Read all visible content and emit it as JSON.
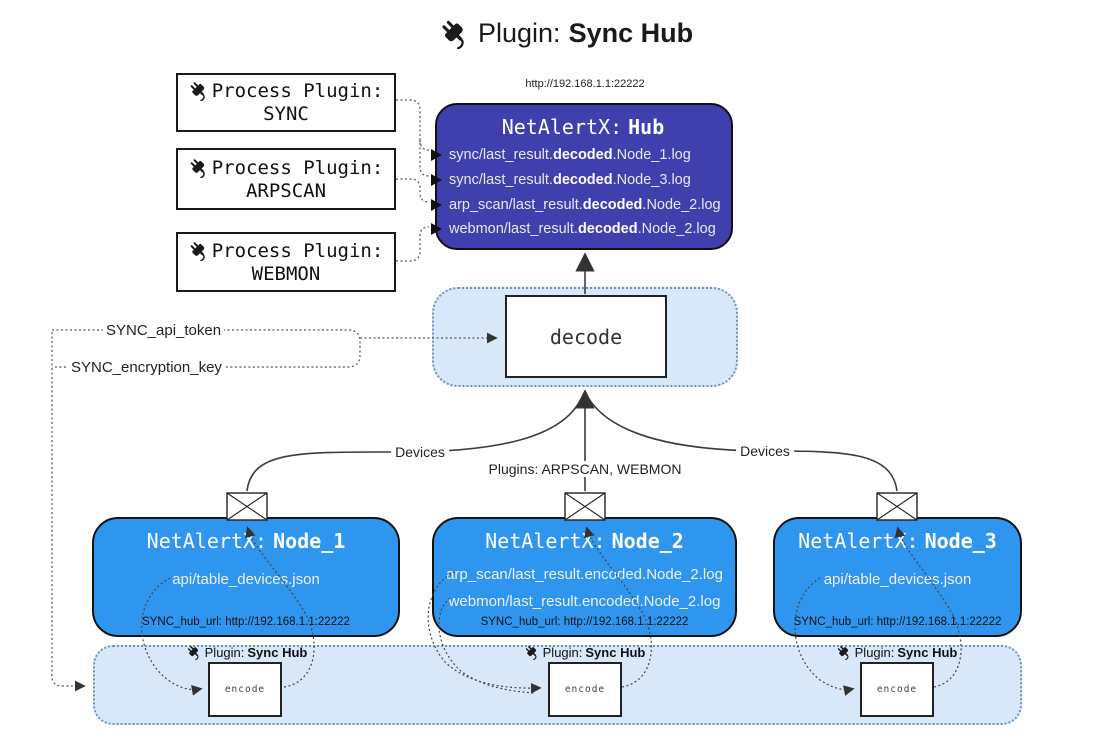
{
  "title": {
    "prefix": "Plugin:",
    "name": "Sync Hub"
  },
  "icons": {
    "plug-icon": "power plug glyph (black)",
    "envelope-icon": "envelope / message glyph (white rect with X)"
  },
  "process_plugins": [
    {
      "label": "Process Plugin:",
      "name": "SYNC"
    },
    {
      "label": "Process Plugin:",
      "name": "ARPSCAN"
    },
    {
      "label": "Process Plugin:",
      "name": "WEBMON"
    }
  ],
  "hub": {
    "url": "http://192.168.1.1:22222",
    "title_prefix": "NetAlertX:",
    "title_name": "Hub",
    "entries": [
      {
        "pre": "sync/last_result.",
        "bold": "decoded",
        "post": ".Node_1.log"
      },
      {
        "pre": "sync/last_result.",
        "bold": "decoded",
        "post": ".Node_3.log"
      },
      {
        "pre": "arp_scan/last_result.",
        "bold": "decoded",
        "post": ".Node_2.log"
      },
      {
        "pre": "webmon/last_result.",
        "bold": "decoded",
        "post": ".Node_2.log"
      }
    ]
  },
  "decode": {
    "label": "decode"
  },
  "keys": {
    "api_token": "SYNC_api_token",
    "encryption_key": "SYNC_encryption_key"
  },
  "edge_labels": {
    "devices_left": "Devices",
    "plugins_mid": "Plugins: ARPSCAN, WEBMON",
    "devices_right": "Devices"
  },
  "nodes": [
    {
      "title_prefix": "NetAlertX:",
      "title_name": "Node_1",
      "entries": [
        "api/table_devices.json"
      ],
      "footer": "SYNC_hub_url: http://192.168.1.1:22222"
    },
    {
      "title_prefix": "NetAlertX:",
      "title_name": "Node_2",
      "entries": [
        "arp_scan/last_result.encoded.Node_2.log",
        "webmon/last_result.encoded.Node_2.log"
      ],
      "footer": "SYNC_hub_url: http://192.168.1.1:22222"
    },
    {
      "title_prefix": "NetAlertX:",
      "title_name": "Node_3",
      "entries": [
        "api/table_devices.json"
      ],
      "footer": "SYNC_hub_url: http://192.168.1.1:22222"
    }
  ],
  "encode_band": {
    "plugin_prefix": "Plugin:",
    "plugin_name": "Sync Hub",
    "encode_label": "encode"
  },
  "colors": {
    "hub_fill": "#3f3fae",
    "node_fill": "#2e96ee",
    "band_fill": "#d9e8f8",
    "band_border": "#6f94b8",
    "line": "#3c3c3c"
  }
}
